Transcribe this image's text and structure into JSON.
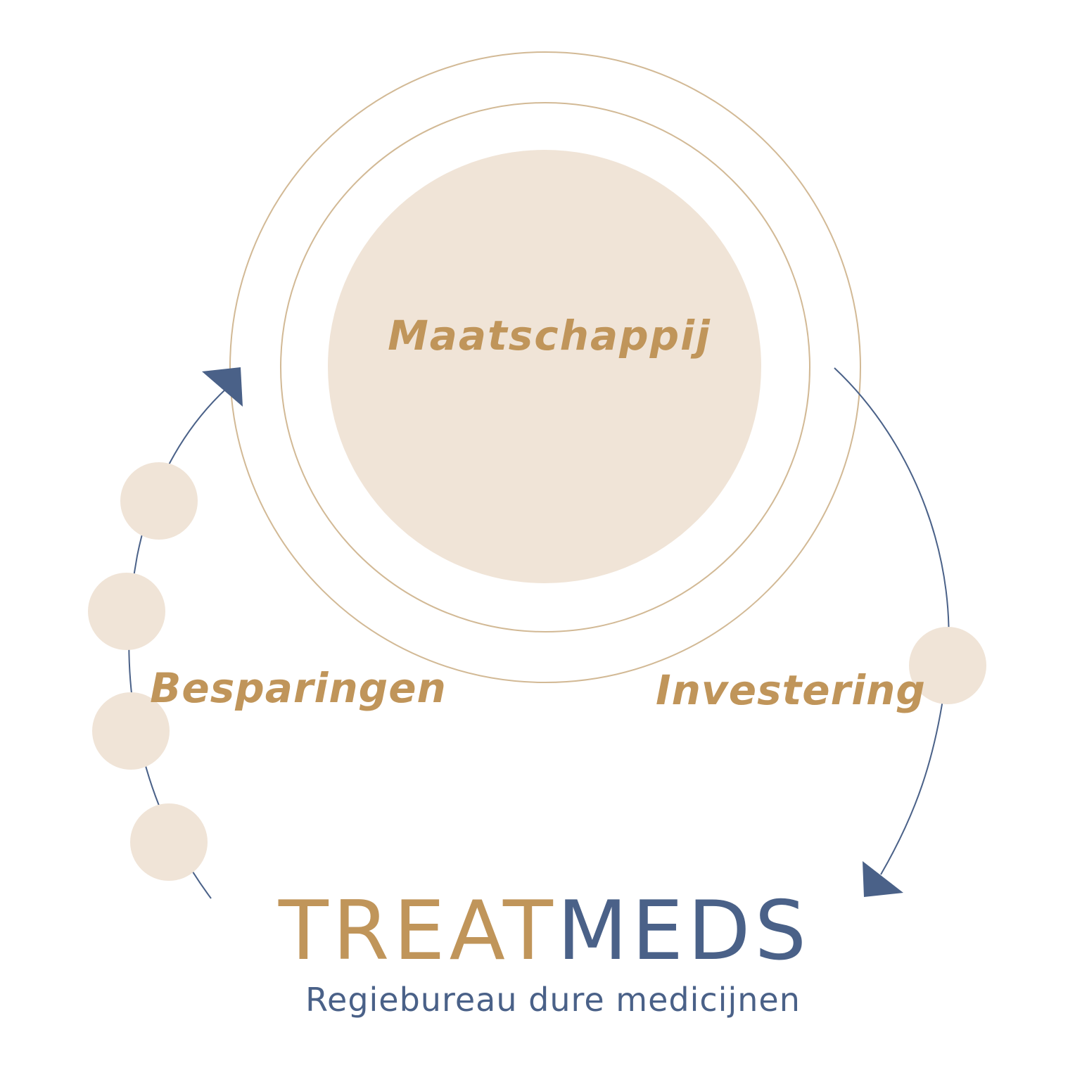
{
  "diagram": {
    "center_label": "Maatschappij",
    "left_label": "Besparingen",
    "right_label": "Investering"
  },
  "logo": {
    "brand_part1": "TREAT",
    "brand_part2": "MEDS",
    "tagline": "Regiebureau dure medicijnen"
  },
  "colors": {
    "gold": "#C0955A",
    "navy": "#4A6188",
    "beige": "#F0E4D7",
    "ring": "#D2B995"
  }
}
